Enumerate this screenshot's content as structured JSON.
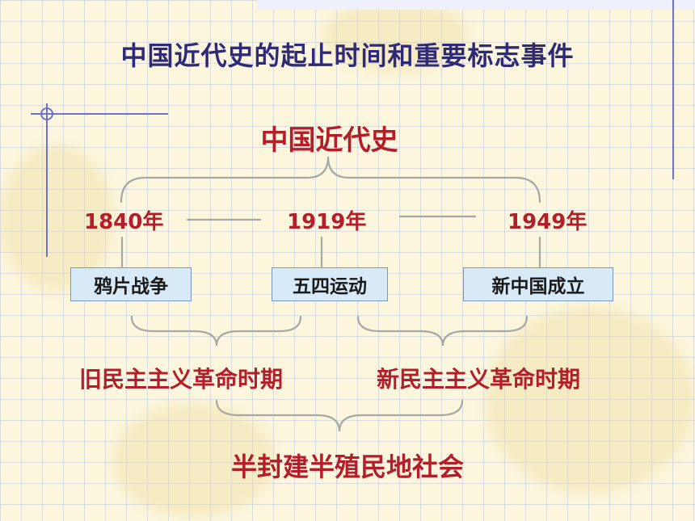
{
  "title": "中国近代史的起止时间和重要标志事件",
  "root": "中国近代史",
  "years": [
    "1840年",
    "1919年",
    "1949年"
  ],
  "events": [
    "鸦片战争",
    "五四运动",
    "新中国成立"
  ],
  "periods": [
    "旧民主主义革命时期",
    "新民主主义革命时期"
  ],
  "society": "半封建半殖民地社会",
  "colors": {
    "title": "#2f2a78",
    "accent_red": "#b41e2a",
    "box_fill": "#d8e9f7",
    "connector": "#a7a7a7",
    "decoration": "#6f72c8"
  }
}
